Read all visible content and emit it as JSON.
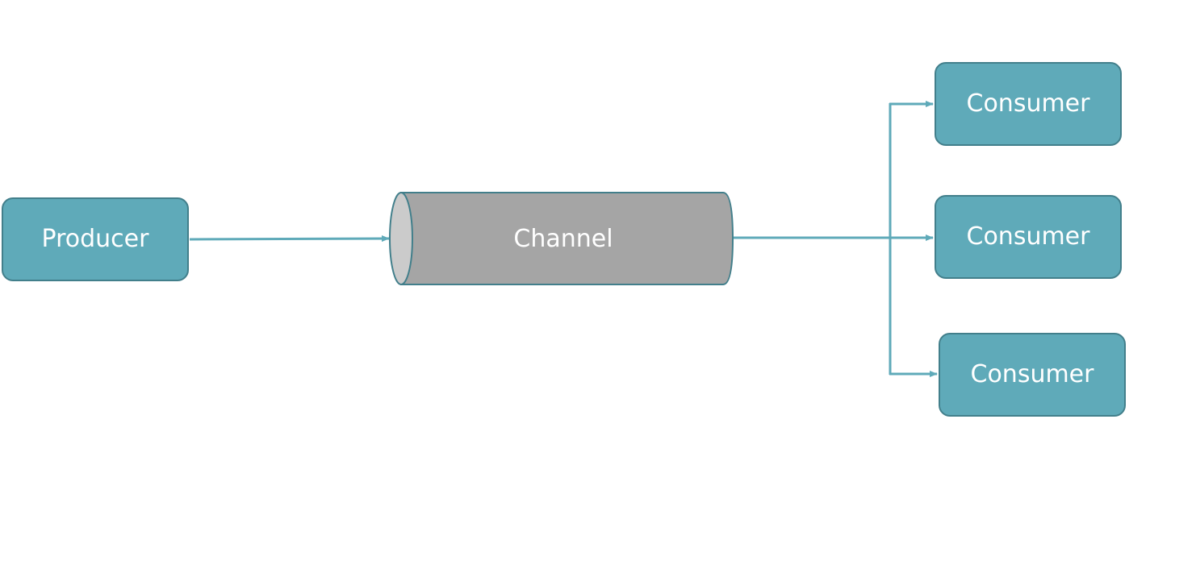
{
  "colors": {
    "node_fill": "#5faab9",
    "node_border": "#427f8b",
    "channel_body": "#a5a5a5",
    "channel_end": "#cbcbcb",
    "channel_border": "#427f8b",
    "arrow": "#5faab9",
    "text": "#ffffff"
  },
  "producer": {
    "label": "Producer"
  },
  "channel": {
    "label": "Channel"
  },
  "consumers": [
    {
      "label": "Consumer"
    },
    {
      "label": "Consumer"
    },
    {
      "label": "Consumer"
    }
  ]
}
